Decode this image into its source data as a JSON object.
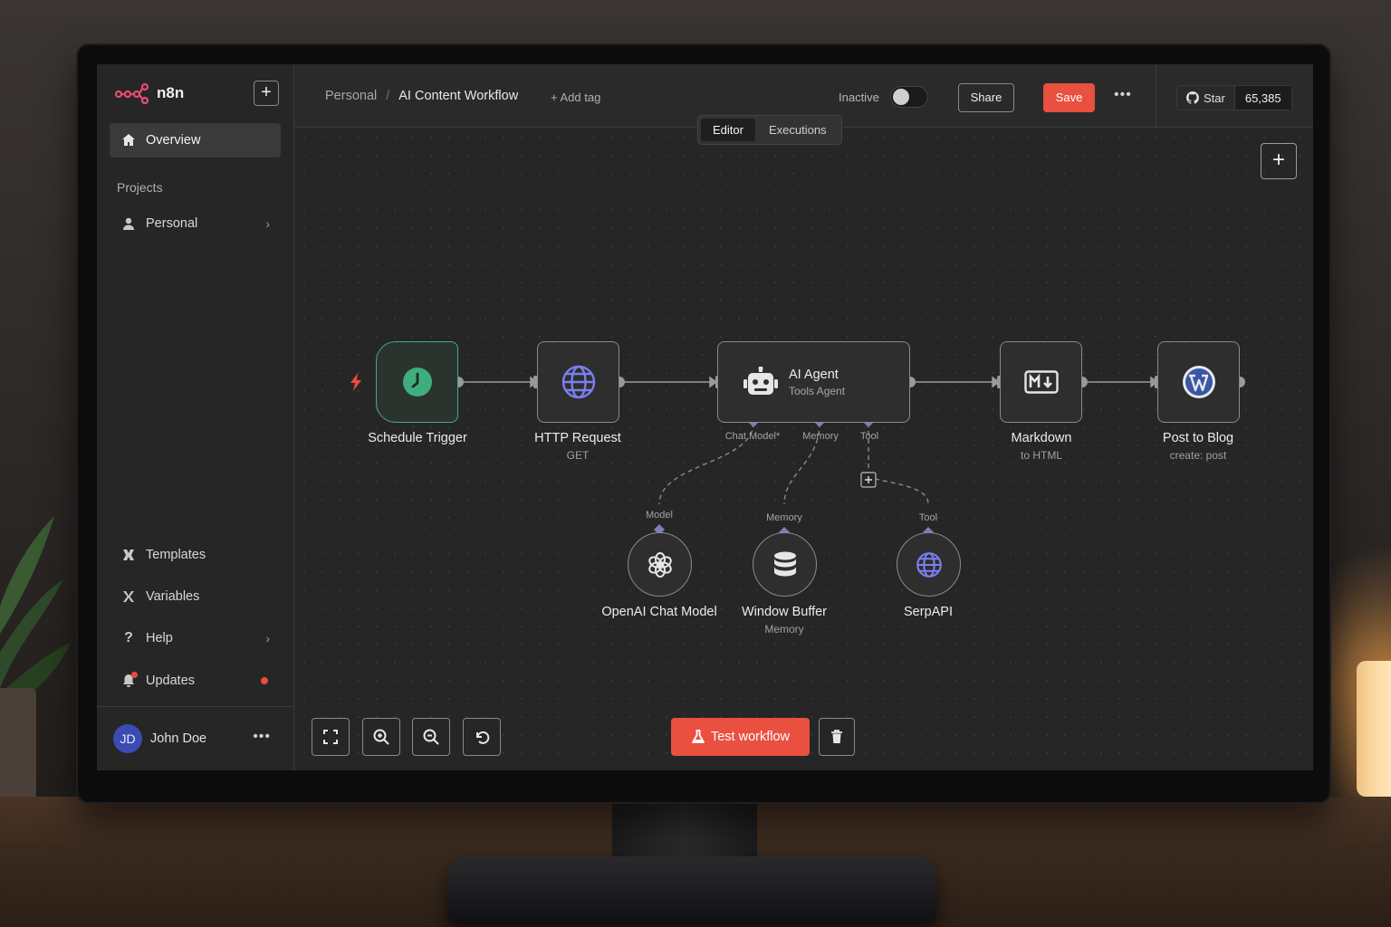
{
  "app": {
    "name": "n8n"
  },
  "sidebar": {
    "new_label": "+",
    "overview": "Overview",
    "projects_label": "Projects",
    "personal": "Personal",
    "templates": "Templates",
    "variables": "Variables",
    "help": "Help",
    "updates": "Updates",
    "user": {
      "initials": "JD",
      "name": "John Doe",
      "more": "•••"
    }
  },
  "header": {
    "breadcrumb_project": "Personal",
    "breadcrumb_sep": "/",
    "workflow_name": "AI Content Workflow",
    "add_tag": "+ Add tag",
    "status_label": "Inactive",
    "active": false,
    "share": "Share",
    "save": "Save",
    "more": "•••",
    "github_star": "Star",
    "github_count": "65,385"
  },
  "tabs": {
    "editor": "Editor",
    "executions": "Executions"
  },
  "canvas": {
    "nodes": {
      "schedule": {
        "title": "Schedule Trigger",
        "icon": "clock-icon"
      },
      "http": {
        "title": "HTTP Request",
        "sub": "GET",
        "icon": "globe-icon"
      },
      "agent": {
        "title": "AI Agent",
        "sub": "Tools Agent",
        "icon": "robot-icon"
      },
      "markdown": {
        "title": "Markdown",
        "sub": "to HTML",
        "icon": "markdown-icon"
      },
      "blog": {
        "title": "Post to Blog",
        "sub": "create: post",
        "icon": "wordpress-icon"
      },
      "openai": {
        "title": "OpenAI Chat Model",
        "icon": "openai-icon"
      },
      "memory": {
        "title": "Window Buffer",
        "sub": "Memory",
        "icon": "database-icon"
      },
      "serpapi": {
        "title": "SerpAPI",
        "icon": "globe-icon"
      }
    },
    "ports": {
      "chat_model": "Chat Model*",
      "memory": "Memory",
      "tool": "Tool",
      "model": "Model",
      "memory_in": "Memory",
      "tool_in": "Tool"
    }
  },
  "toolbar": {
    "test_workflow": "Test workflow"
  },
  "colors": {
    "accent": "#e9503f",
    "trigger": "#3fae7e",
    "icon_purple": "#7b7ff0"
  }
}
